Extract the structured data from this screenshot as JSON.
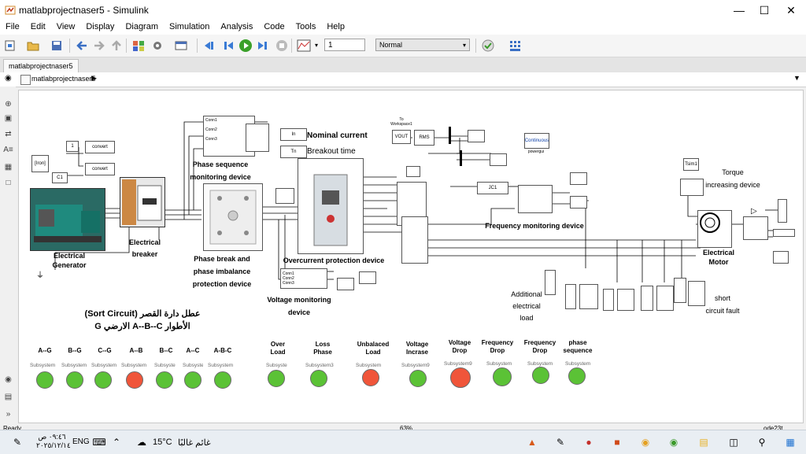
{
  "window": {
    "title": "matlabprojectnaser5 - Simulink"
  },
  "menu": [
    "File",
    "Edit",
    "View",
    "Display",
    "Diagram",
    "Simulation",
    "Analysis",
    "Code",
    "Tools",
    "Help"
  ],
  "toolbar": {
    "stop_time": "1",
    "sim_mode": "Normal"
  },
  "tab": {
    "label": "matlabprojectnaser5"
  },
  "breadcrumb": {
    "label": "matlabprojectnaser5"
  },
  "diagram": {
    "generator": "Electrical\nGenerator",
    "breaker": "Electrical\nbreaker",
    "phase_seq": "Phase sequence\nmonitoring device",
    "phase_break": "Phase break and\nphase imbalance\nprotection device",
    "nominal_current": "Nominal current",
    "breakout_time": "Breakout time",
    "overcurrent": "Overcurrent protection device",
    "voltage_mon": "Voltage monitoring\ndevice",
    "frequency_mon": "Frequency monitoring device",
    "add_load": "Additional\nelectrical\nload",
    "torque": "Torque\nincreasing device",
    "motor": "Electrical\nMotor",
    "short_fault": "short\ncircuit fault",
    "arabic_title": "عطل دارة القصر (Sort Circuit)",
    "arabic_sub": "الأطوار  A--B--C  الارضي G",
    "blocks": {
      "convert": "convert",
      "c1": "C1",
      "in": "In",
      "tn": "Tn",
      "jc1": "JC1",
      "vout": "VOUT",
      "rms": "RMS",
      "to_ws": "To\nWorkspace1",
      "continuous": "Continuous",
      "powergui": "powergui",
      "tsim": "Tsim1"
    }
  },
  "indicators": [
    {
      "label": "A--G",
      "sub": "Subsystem",
      "color": "#5bc236"
    },
    {
      "label": "B--G",
      "sub": "Subsystem",
      "color": "#5bc236"
    },
    {
      "label": "C--G",
      "sub": "Subsystem",
      "color": "#5bc236"
    },
    {
      "label": "A--B",
      "sub": "Subsystem",
      "color": "#f0553a"
    },
    {
      "label": "B--C",
      "sub": "Subsyste",
      "color": "#5bc236"
    },
    {
      "label": "A--C",
      "sub": "Subsyste",
      "color": "#5bc236"
    },
    {
      "label": "A-B-C",
      "sub": "Subsystem",
      "color": "#5bc236"
    },
    {
      "label": "Over\nLoad",
      "sub": "Subsyste",
      "color": "#5bc236"
    },
    {
      "label": "Loss\nPhase",
      "sub": "Subsystem3",
      "color": "#5bc236"
    },
    {
      "label": "Unbalaced\nLoad",
      "sub": "Subsystem",
      "color": "#f0553a"
    },
    {
      "label": "Voltage\nIncrase",
      "sub": "Subsystem9",
      "color": "#5bc236"
    },
    {
      "label": "Voltage\nDrop",
      "sub": "Subsystem9",
      "color": "#f0553a"
    },
    {
      "label": "Frequency\nDrop",
      "sub": "Subsystem",
      "color": "#5bc236"
    },
    {
      "label": "Frequency\nDrop",
      "sub": "Subsystem",
      "color": "#5bc236"
    },
    {
      "label": "phase\nsequence",
      "sub": "Subsystem",
      "color": "#5bc236"
    }
  ],
  "status": {
    "left": "Ready",
    "zoom": "63%",
    "right": "ode23t"
  },
  "taskbar": {
    "time": "٠٩:٤٦ ص",
    "date": "٢٠٢٥/١٢/١٤",
    "lang": "ENG",
    "temp": "15°C",
    "weather": "غائم غالبًا"
  }
}
